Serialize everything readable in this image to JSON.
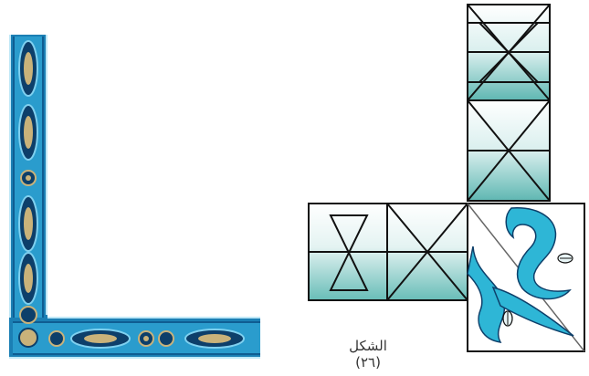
{
  "caption": "الشكل (٢٦)",
  "colors": {
    "border_blue": "#1b7fb4",
    "border_dark": "#0d3f6a",
    "border_light": "#7fd0ef",
    "gold": "#c9b27a",
    "teal_fill": "#5fb7b2",
    "cyan_motif": "#2eb6d6",
    "outline": "#111111"
  },
  "icons": [
    "corner-ornamental-border",
    "square-tile-pattern-grid",
    "arabesque-leaf-motif"
  ]
}
